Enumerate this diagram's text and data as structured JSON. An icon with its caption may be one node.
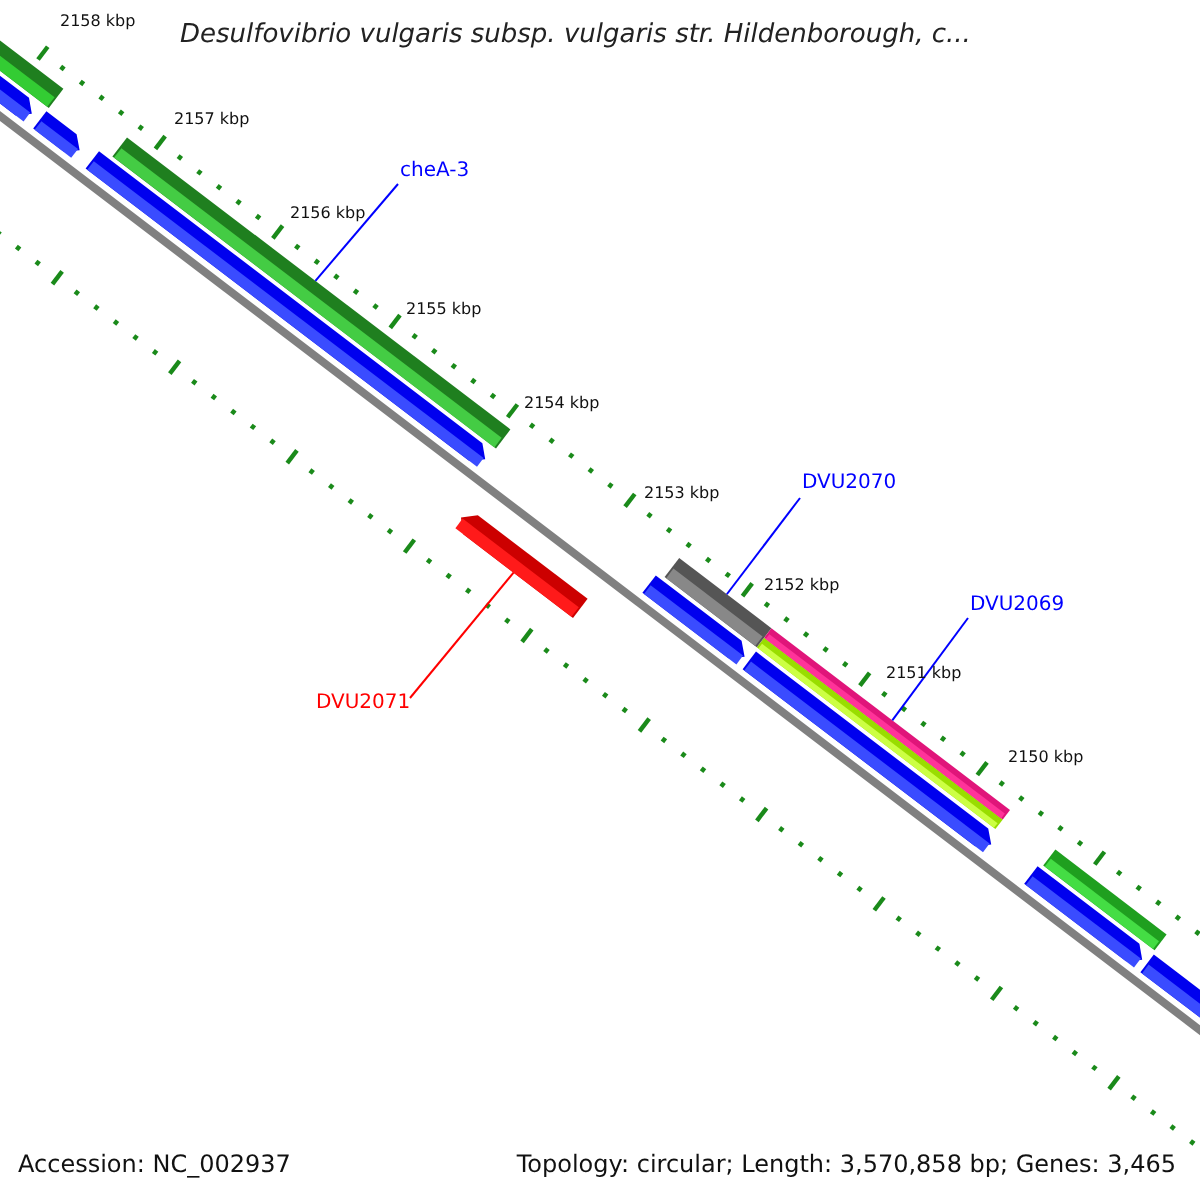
{
  "diagram": {
    "title": "Desulfovibrio vulgaris subsp. vulgaris str. Hildenborough, c...",
    "nodes": [
      {
        "text": [
          "cheA-3"
        ]
      },
      {
        "text": [],
        "shape": "bar"
      },
      {
        "text": [
          "DVU2070"
        ]
      },
      {
        "text": [],
        "shape": "bar"
      },
      {
        "text": [
          "DVU2069"
        ]
      },
      {
        "text": [],
        "shape": "bar"
      },
      {
        "text": [
          "DVU2071"
        ]
      },
      {
        "text": [],
        "shape": "bar"
      }
    ],
    "edges": [
      {
        "from": 0,
        "to": 1,
        "arrow": "none"
      },
      {
        "from": 2,
        "to": 3,
        "arrow": "none"
      },
      {
        "from": 4,
        "to": 5,
        "arrow": "none"
      },
      {
        "from": 6,
        "to": 7,
        "arrow": "none",
        "color": "#ff0000"
      }
    ],
    "labels": [
      "2158 kbp",
      "2157 kbp",
      "2156 kbp",
      "2155 kbp",
      "2154 kbp",
      "2153 kbp",
      "2152 kbp",
      "2151 kbp",
      "2150 kbp",
      "Accession: NC_002937",
      "Topology: circular; Length: 3,570,858 bp; Genes: 3,465"
    ]
  }
}
